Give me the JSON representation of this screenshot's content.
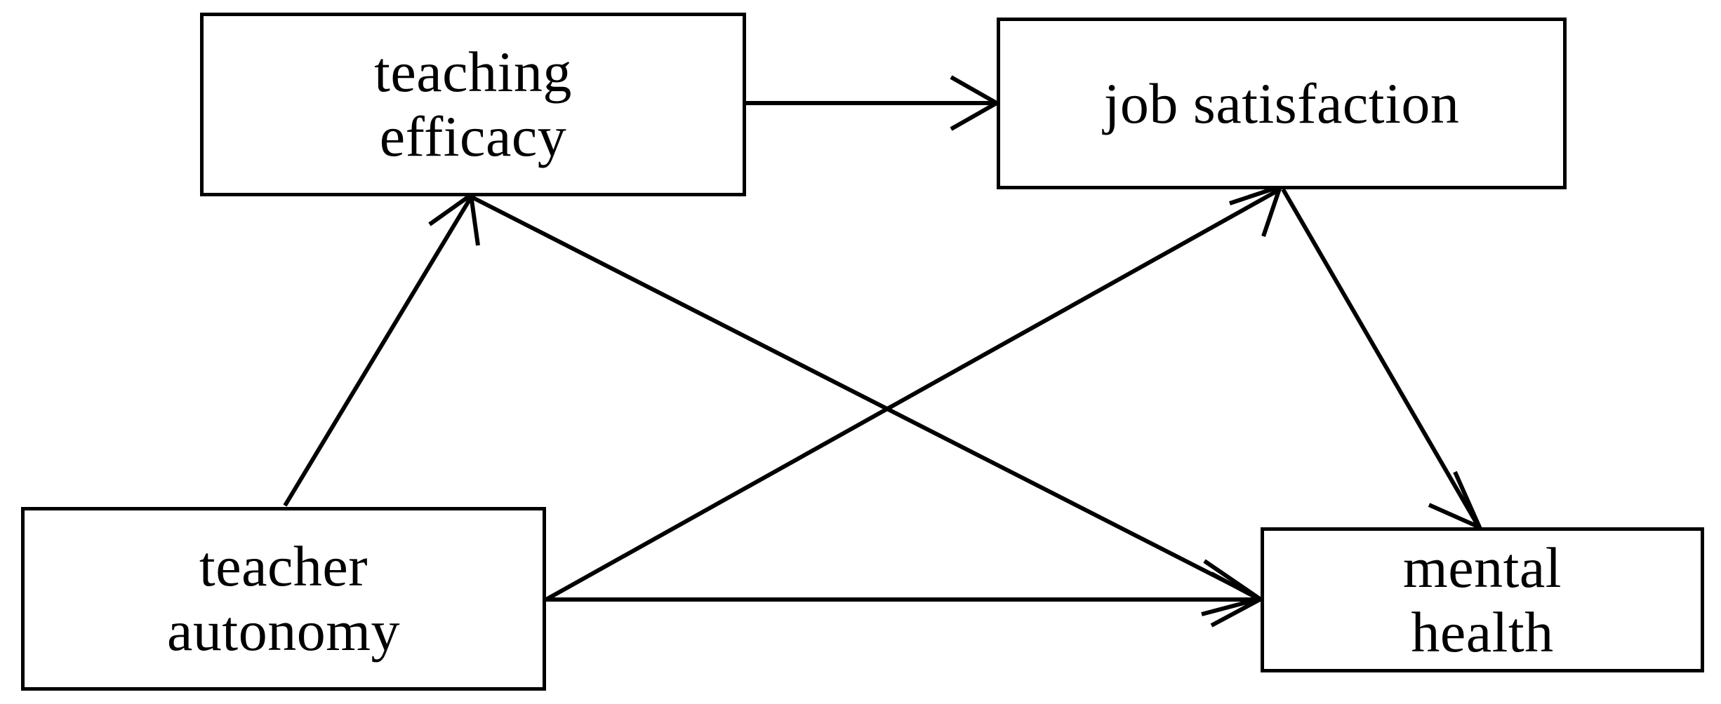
{
  "diagram": {
    "type": "path-model",
    "background_color": "#ffffff",
    "line_color": "#000000",
    "text_color": "#000000",
    "nodes": [
      {
        "id": "teaching-efficacy",
        "label": "teaching\nefficacy",
        "line1": "teaching",
        "line2": "efficacy",
        "position": "top-left"
      },
      {
        "id": "job-satisfaction",
        "label": "job satisfaction",
        "line1": "job satisfaction",
        "line2": "",
        "position": "top-right"
      },
      {
        "id": "teacher-autonomy",
        "label": "teacher\nautonomy",
        "line1": "teacher",
        "line2": "autonomy",
        "position": "bottom-left"
      },
      {
        "id": "mental-health",
        "label": "mental\nhealth",
        "line1": "mental",
        "line2": "health",
        "position": "bottom-right"
      }
    ],
    "edges": [
      {
        "id": "te-to-js",
        "from": "teaching-efficacy",
        "to": "job-satisfaction",
        "direction": "one-way",
        "style": "solid"
      },
      {
        "id": "ta-to-te",
        "from": "teacher-autonomy",
        "to": "teaching-efficacy",
        "direction": "one-way",
        "style": "solid"
      },
      {
        "id": "ta-to-js",
        "from": "teacher-autonomy",
        "to": "job-satisfaction",
        "direction": "one-way",
        "style": "solid"
      },
      {
        "id": "ta-to-mh",
        "from": "teacher-autonomy",
        "to": "mental-health",
        "direction": "one-way",
        "style": "solid"
      },
      {
        "id": "te-to-mh",
        "from": "teaching-efficacy",
        "to": "mental-health",
        "direction": "one-way",
        "style": "solid"
      },
      {
        "id": "js-to-mh",
        "from": "job-satisfaction",
        "to": "mental-health",
        "direction": "one-way",
        "style": "solid"
      }
    ]
  }
}
